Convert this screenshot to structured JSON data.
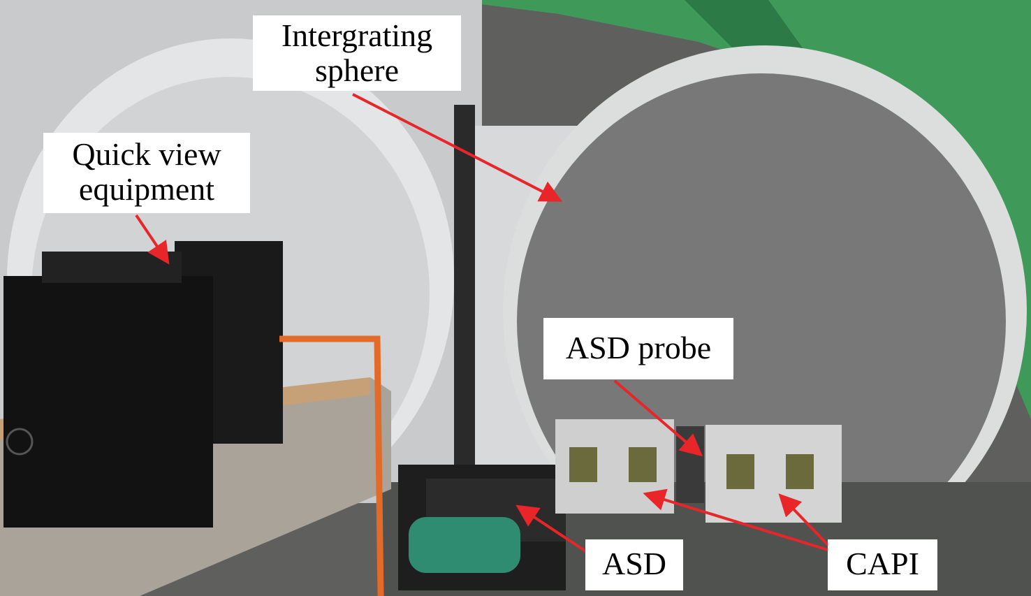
{
  "labels": {
    "integrating_sphere": [
      "Intergrating",
      "sphere"
    ],
    "quick_view": [
      "Quick view",
      "equipment"
    ],
    "asd_probe": "ASD probe",
    "asd": "ASD",
    "capi": "CAPI"
  },
  "colors": {
    "arrow": "#e8262a",
    "green_wall": "#3f9a5a",
    "sphere_gray": "#777877",
    "ring": "#d9dadb"
  }
}
